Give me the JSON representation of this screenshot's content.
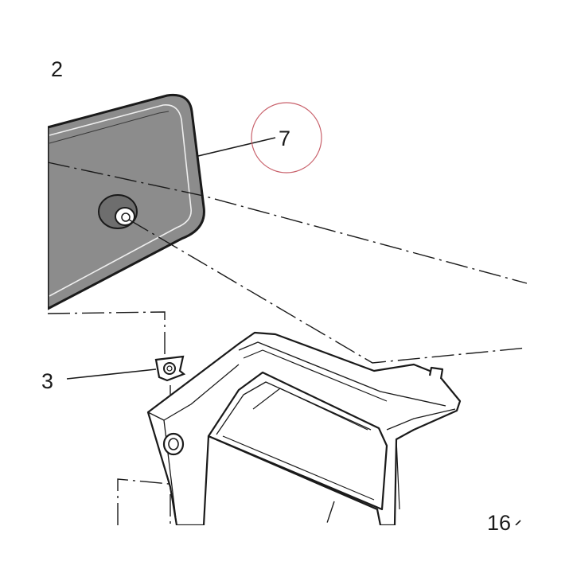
{
  "diagram": {
    "callouts": {
      "part_2": "2",
      "part_7": "7",
      "part_3": "3",
      "part_16": "16"
    },
    "colors": {
      "background": "#ffffff",
      "line": "#1a1a1a",
      "panel_fill": "#8c8c8c",
      "highlight_circle": "#c8606a"
    },
    "highlight": {
      "target": "part_7",
      "shape": "circle"
    }
  }
}
